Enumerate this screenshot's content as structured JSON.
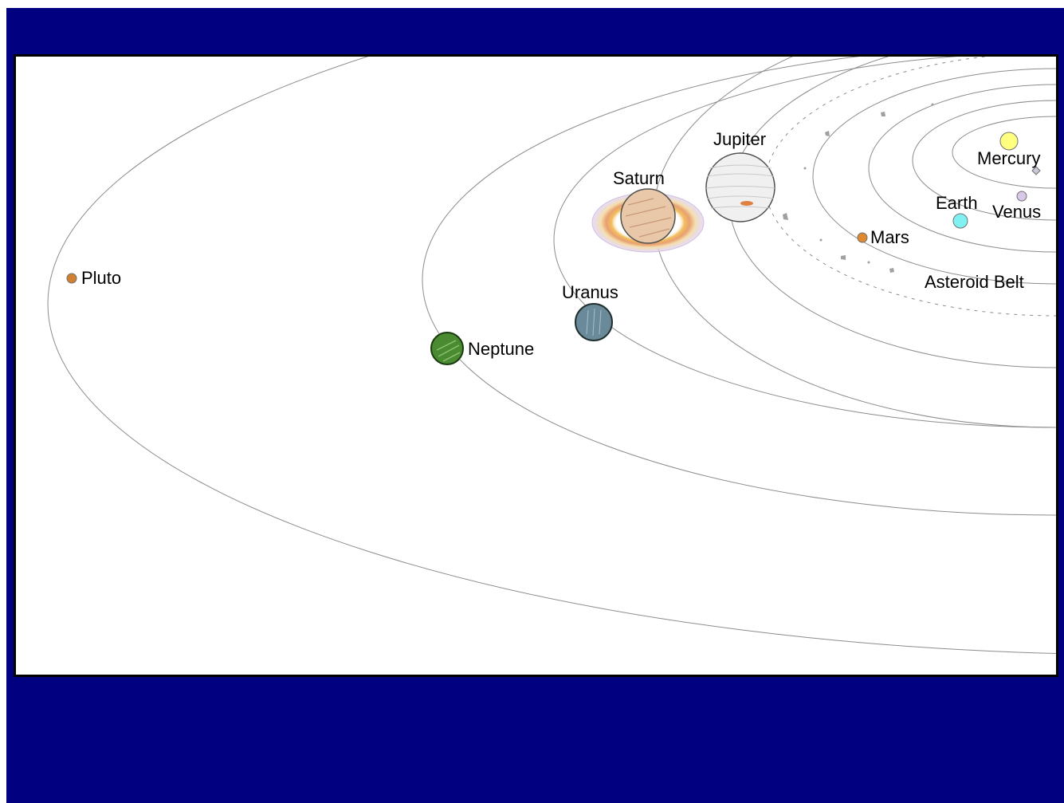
{
  "labels": {
    "mercury": "Mercury",
    "venus": "Venus",
    "earth": "Earth",
    "mars": "Mars",
    "asteroid_belt": "Asteroid Belt",
    "jupiter": "Jupiter",
    "saturn": "Saturn",
    "uranus": "Uranus",
    "neptune": "Neptune",
    "pluto": "Pluto"
  },
  "colors": {
    "frame": "#000080",
    "sun": "#ffff80",
    "mercury": "#c8c8d8",
    "venus": "#d8c8e8",
    "earth": "#80f0f0",
    "mars": "#e08830",
    "jupiter": "#f0f0f0",
    "saturn": "#e8c8a8",
    "uranus": "#6a8a9a",
    "neptune": "#4a8a30",
    "pluto": "#d08030"
  }
}
